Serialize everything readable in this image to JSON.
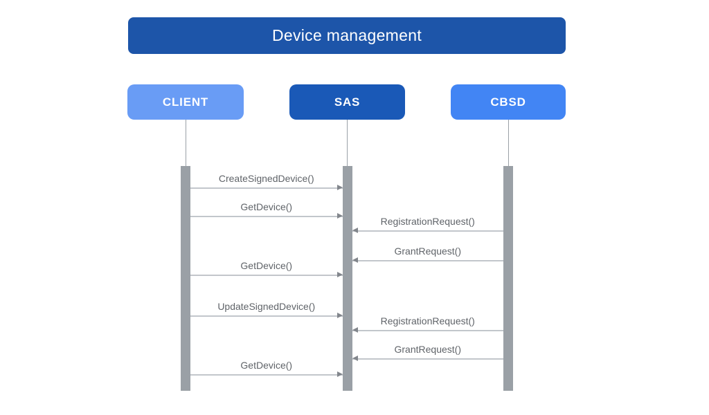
{
  "diagram": {
    "title": "Device management",
    "actors": [
      {
        "id": "client",
        "label": "CLIENT",
        "color": "#699CF5"
      },
      {
        "id": "sas",
        "label": "SAS",
        "color": "#1A59B7"
      },
      {
        "id": "cbsd",
        "label": "CBSD",
        "color": "#4285F4"
      }
    ],
    "messages": [
      {
        "label": "CreateSignedDevice()",
        "from": "client",
        "to": "sas"
      },
      {
        "label": "GetDevice()",
        "from": "client",
        "to": "sas"
      },
      {
        "label": "RegistrationRequest()",
        "from": "cbsd",
        "to": "sas"
      },
      {
        "label": "GrantRequest()",
        "from": "cbsd",
        "to": "sas"
      },
      {
        "label": "GetDevice()",
        "from": "client",
        "to": "sas"
      },
      {
        "label": "UpdateSignedDevice()",
        "from": "client",
        "to": "sas"
      },
      {
        "label": "RegistrationRequest()",
        "from": "cbsd",
        "to": "sas"
      },
      {
        "label": "GrantRequest()",
        "from": "cbsd",
        "to": "sas"
      },
      {
        "label": "GetDevice()",
        "from": "client",
        "to": "sas"
      }
    ],
    "colors": {
      "title_bg": "#1D55A9",
      "title_text": "#FFFFFF",
      "lifeline": "#9AA0A6",
      "activation": "#9AA0A6",
      "arrow_line": "#C2C6CB",
      "arrow_head": "#82868C",
      "message_text": "#5F6368",
      "background": "#FFFFFF"
    }
  }
}
